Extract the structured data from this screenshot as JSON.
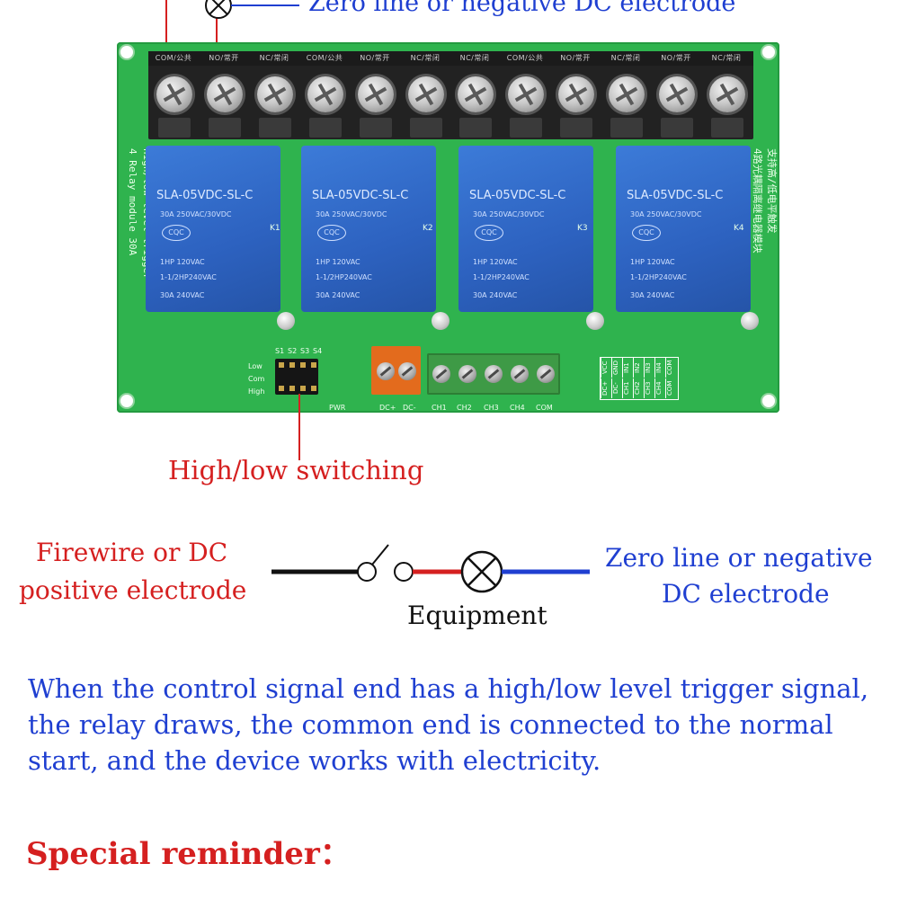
{
  "top_caption": "Zero line or negative DC electrode",
  "board": {
    "terminal_labels": [
      "COM/公共",
      "NO/常开",
      "NC/常闭",
      "COM/公共",
      "NO/常开",
      "NC/常闭",
      "NC/常闭",
      "COM/公共",
      "NO/常开",
      "NC/常闭",
      "NO/常开",
      "NC/常闭"
    ],
    "relays": [
      {
        "model": "SLA-05VDC-SL-C",
        "rating": "30A 250VAC/30VDC",
        "cert": "CQC",
        "spec1": "1HP 120VAC",
        "spec2": "1-1/2HP240VAC",
        "spec3": "30A 240VAC",
        "tag": "K1"
      },
      {
        "model": "SLA-05VDC-SL-C",
        "rating": "30A 250VAC/30VDC",
        "cert": "CQC",
        "spec1": "1HP 120VAC",
        "spec2": "1-1/2HP240VAC",
        "spec3": "30A 240VAC",
        "tag": "K2"
      },
      {
        "model": "SLA-05VDC-SL-C",
        "rating": "30A 250VAC/30VDC",
        "cert": "CQC",
        "spec1": "1HP 120VAC",
        "spec2": "1-1/2HP240VAC",
        "spec3": "30A 240VAC",
        "tag": "K3"
      },
      {
        "model": "SLA-05VDC-SL-C",
        "rating": "30A 250VAC/30VDC",
        "cert": "CQC",
        "spec1": "1HP 120VAC",
        "spec2": "1-1/2HP240VAC",
        "spec3": "30A 240VAC",
        "tag": "K4"
      }
    ],
    "left_side_text_1": "4 Relay module 30A",
    "left_side_text_2": "high/low level trigger",
    "right_side_text_1": "支持高/低电平触发",
    "right_side_text_2": "4路光耦隔离继电器模块",
    "jumper_header_labels": [
      "S1",
      "S2",
      "S3",
      "S4"
    ],
    "jumper_row_labels": [
      "Low",
      "Com",
      "High"
    ],
    "pwr_label": "PWR",
    "input_terminal_labels": [
      "DC+",
      "DC-",
      "CH1",
      "CH2",
      "CH3",
      "CH4",
      "COM"
    ],
    "pin_table_top": [
      "DC+",
      "DC-",
      "CH1",
      "CH2",
      "CH3",
      "CH4",
      "COM"
    ],
    "pin_table_bottom": [
      "VCC",
      "GND",
      "IN1",
      "IN2",
      "IN3",
      "IN4",
      "COM"
    ]
  },
  "annotations": {
    "high_low": "High/low switching",
    "firewire_line1": "Firewire or DC",
    "firewire_line2": "positive electrode",
    "zero_line1": "Zero line or negative",
    "zero_line2": "DC electrode",
    "equipment": "Equipment"
  },
  "explanation": "When the control signal end has a high/low level trigger signal, the relay draws, the common end is connected to the normal start, and the device works with electricity.",
  "reminder_title": "Special reminder：",
  "cut_line_text": "",
  "colors": {
    "red": "#d52020",
    "blue": "#1f3fd1",
    "board_green": "#2fb34e",
    "relay_blue": "#2d62c0"
  }
}
